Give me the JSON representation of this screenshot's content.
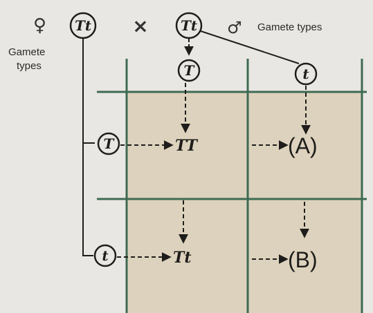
{
  "colors": {
    "page": "#e9e7e3",
    "cell_fill": "#ddd2bd",
    "grid_line": "#3d6a52",
    "ink": "#1e1d1b"
  },
  "header": {
    "female_symbol": "♀",
    "female_label_line1": "Gamete",
    "female_label_line2": "types",
    "female_parent": "Tt",
    "cross_symbol": "×",
    "male_parent": "Tt",
    "male_symbol": "♂",
    "male_label": "Gamete types"
  },
  "male_gametes": [
    "T",
    "t"
  ],
  "female_gametes": [
    "T",
    "t"
  ],
  "cells": {
    "r1c1": "TT",
    "r1c2": "(A)",
    "r2c1": "Tt",
    "r2c2": "(B)"
  }
}
